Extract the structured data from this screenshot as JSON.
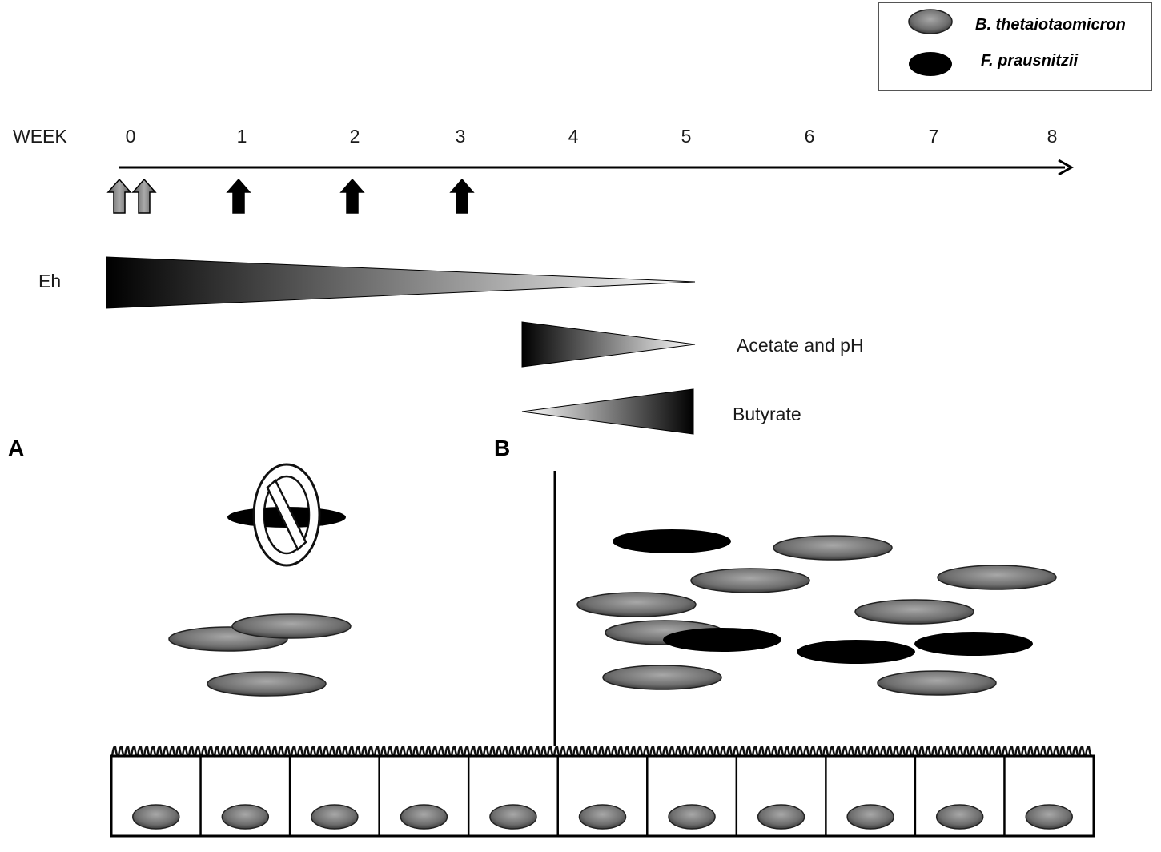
{
  "legend": {
    "items": [
      {
        "label": "B. thetaiotaomicron",
        "symbol": "grey-ellipse"
      },
      {
        "label": "F. prausnitzii",
        "symbol": "black-ellipse"
      }
    ]
  },
  "timeline": {
    "axis_label": "WEEK",
    "ticks": [
      "0",
      "1",
      "2",
      "3",
      "4",
      "5",
      "6",
      "7",
      "8"
    ],
    "arrows": [
      {
        "week": 0,
        "color": "grey"
      },
      {
        "week": 0.1,
        "color": "grey"
      },
      {
        "week": 1,
        "color": "black"
      },
      {
        "week": 2,
        "color": "black"
      },
      {
        "week": 3,
        "color": "black"
      }
    ]
  },
  "gradients": {
    "eh": {
      "label": "Eh",
      "from_week": 0,
      "to_week": 5,
      "direction": "decreasing"
    },
    "acetate": {
      "label": "Acetate and pH",
      "from_week": 3.5,
      "to_week": 5,
      "direction": "decreasing"
    },
    "butyrate": {
      "label": "Butyrate",
      "from_week": 3.5,
      "to_week": 5,
      "direction": "increasing"
    }
  },
  "panels": {
    "a": {
      "label": "A"
    },
    "b": {
      "label": "B"
    }
  },
  "colors": {
    "grey_bacterium": "#7a7a7a",
    "black_bacterium": "#000000"
  }
}
